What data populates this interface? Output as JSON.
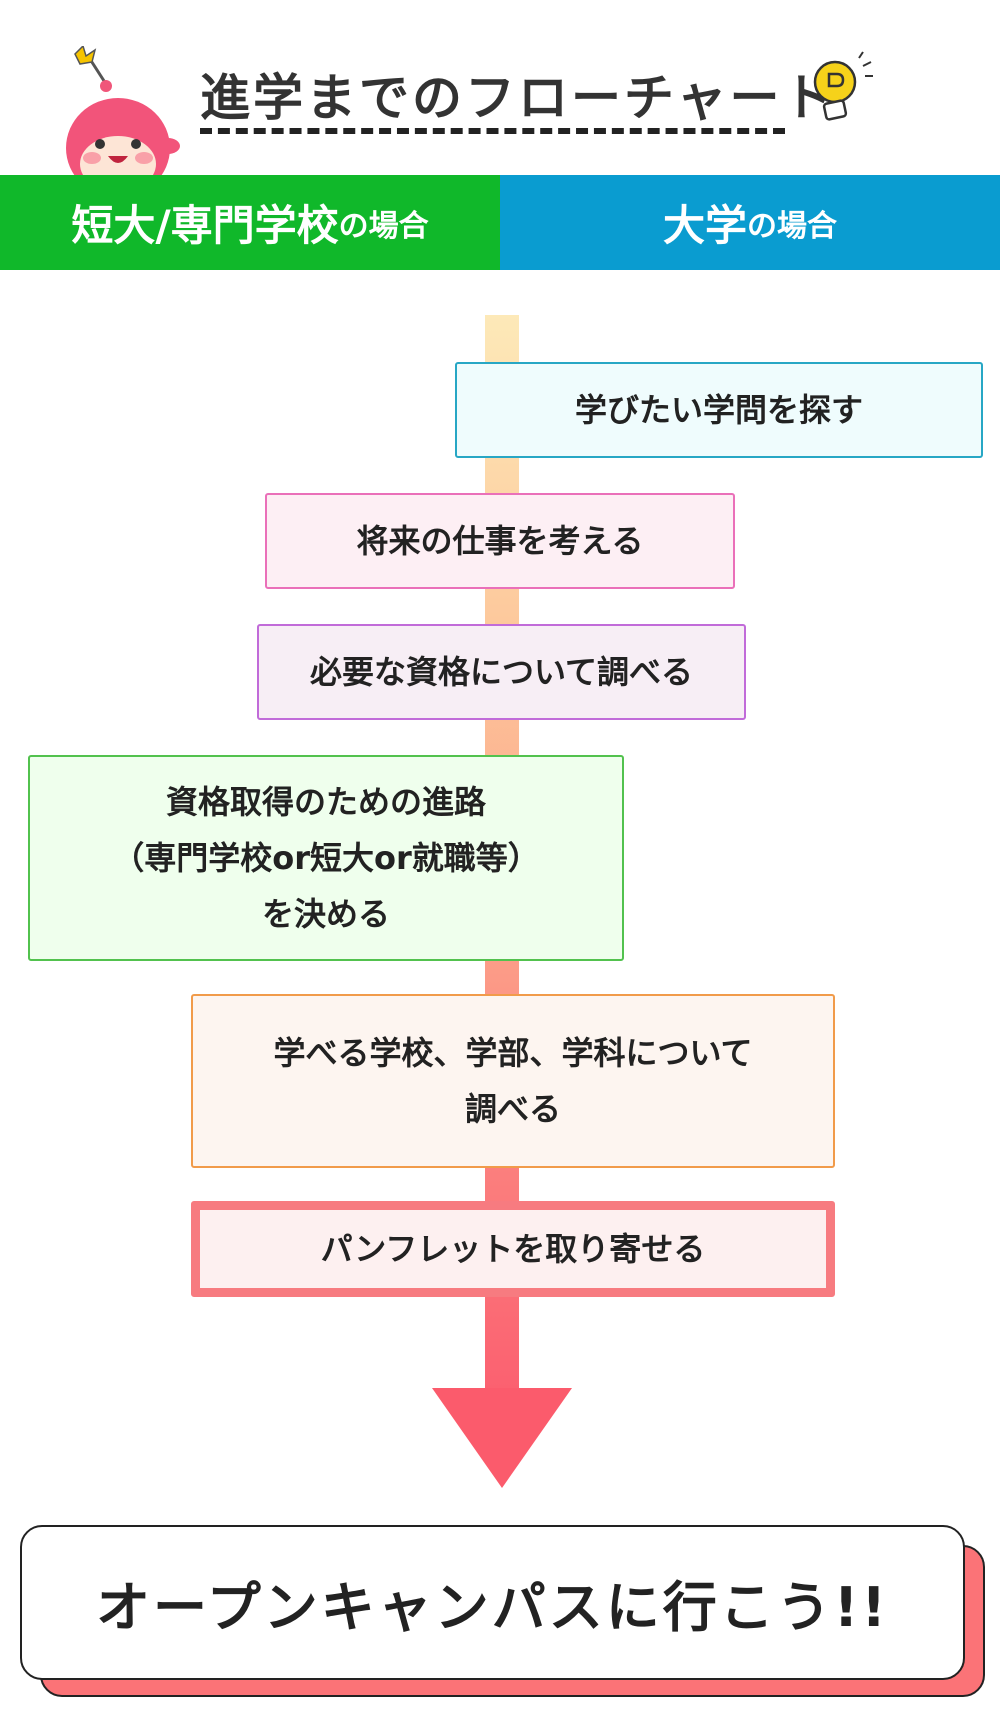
{
  "header": {
    "title": "進学までのフローチャート"
  },
  "tabs": {
    "left": {
      "main": "短大/専門学校",
      "suffix": "の場合"
    },
    "right": {
      "main": "大学",
      "suffix": "の場合"
    }
  },
  "colors": {
    "tab_left": "#10b82a",
    "tab_right": "#0a9cd0",
    "arrow": "#fb5b6c",
    "final_shadow": "#fb7377"
  },
  "flow": {
    "step1": "学びたい学問を探す",
    "step2": "将来の仕事を考える",
    "step3": "必要な資格について調べる",
    "step4": {
      "line1": "資格取得のための進路",
      "line2": "（専門学校or短大or就職等）",
      "line3": "を決める"
    },
    "step5": {
      "line1": "学べる学校、学部、学科について",
      "line2": "調べる"
    },
    "step6": "パンフレットを取り寄せる"
  },
  "final": {
    "label": "オープンキャンパスに行こう!!"
  },
  "icons": {
    "mascot": "mascot-icon",
    "bulb": "lightbulb-icon",
    "arrow": "arrow-down-icon"
  }
}
